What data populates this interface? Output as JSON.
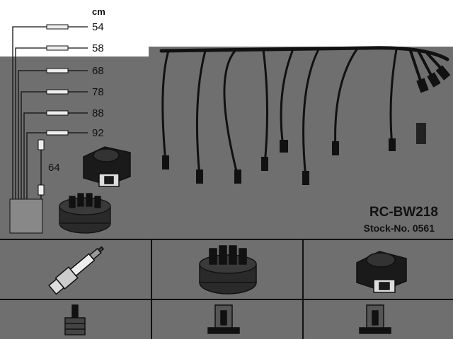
{
  "unit_label": "cm",
  "lengths": [
    "54",
    "58",
    "68",
    "78",
    "88",
    "92"
  ],
  "coil_lead_length": "64",
  "part_number": "RC-BW218",
  "stock_number": "Stock-No. 0561",
  "colors": {
    "panel": "#6f6f6f",
    "wire": "#111111",
    "text": "#111111",
    "background": "#ffffff"
  },
  "bottom_row": {
    "components": [
      "spark-plug-icon",
      "distributor-cap-icon",
      "ignition-coil-icon"
    ],
    "connectors": [
      "straight-boot-connector-icon",
      "distributor-terminal-connector-icon",
      "coil-terminal-connector-icon"
    ]
  }
}
